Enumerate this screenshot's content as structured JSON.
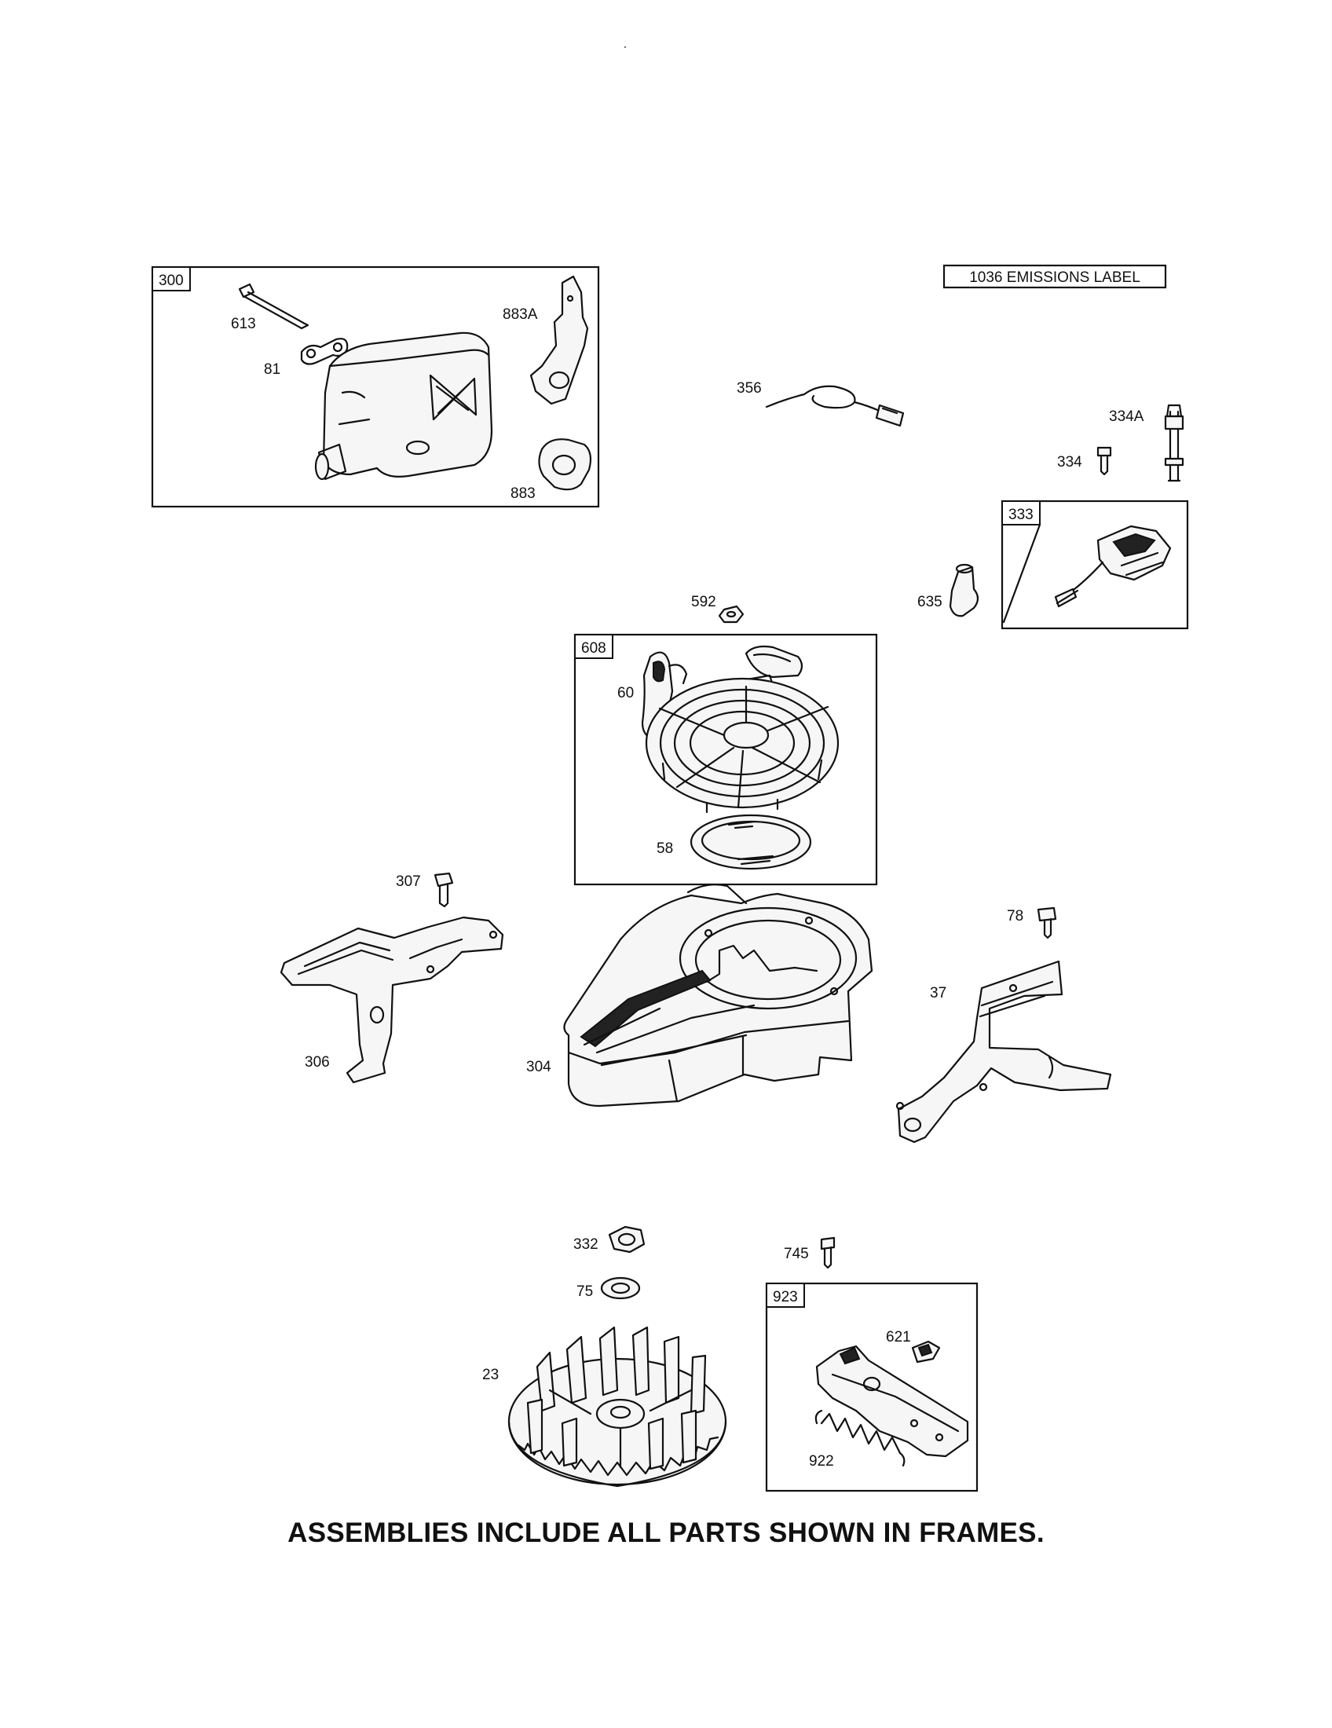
{
  "emissions_label": "1036 EMISSIONS LABEL",
  "frames": {
    "f300": "300",
    "f333": "333",
    "f608": "608",
    "f923": "923"
  },
  "labels": {
    "p613": "613",
    "p81": "81",
    "p883A": "883A",
    "p883": "883",
    "p356": "356",
    "p334A": "334A",
    "p334": "334",
    "p635": "635",
    "p592": "592",
    "p60": "60",
    "p58": "58",
    "p307": "307",
    "p306": "306",
    "p304": "304",
    "p78": "78",
    "p37": "37",
    "p332": "332",
    "p75": "75",
    "p23": "23",
    "p745": "745",
    "p621": "621",
    "p922": "922"
  },
  "footer_note": "ASSEMBLIES INCLUDE ALL PARTS SHOWN IN FRAMES."
}
